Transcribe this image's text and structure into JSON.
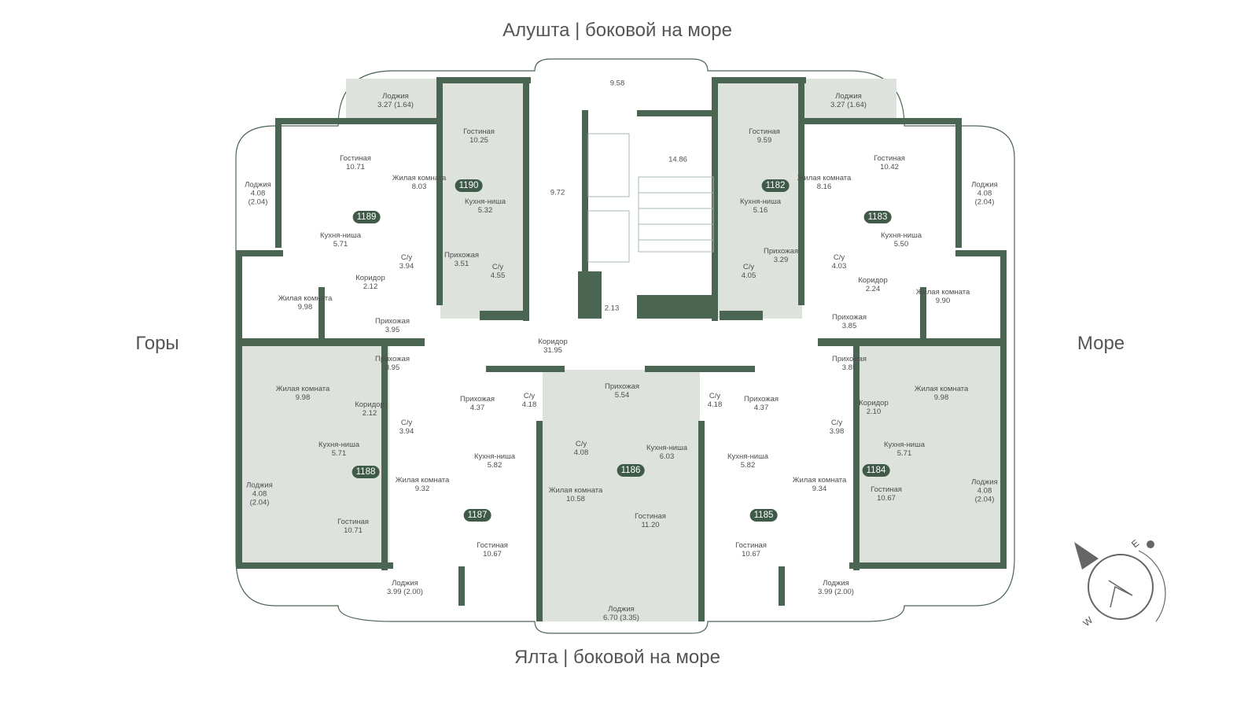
{
  "headings": {
    "top": "Алушта | боковой на море",
    "bottom": "Ялта | боковой на море",
    "left": "Горы",
    "right": "Море"
  },
  "colors": {
    "wall": "#4a6552",
    "shade": "#dde3dc",
    "text": "#4d4d4d"
  },
  "apartments": [
    "1190",
    "1189",
    "1182",
    "1183",
    "1188",
    "1187",
    "1186",
    "1185",
    "1184"
  ],
  "rooms": [
    [
      "Лоджия",
      "3.27 (1.64)"
    ],
    [
      "Гостиная",
      "10.25"
    ],
    [
      "Гостиная",
      "10.71"
    ],
    [
      "Жилая комната",
      "8.03"
    ],
    [
      "Лоджия",
      "4.08\n(2.04)"
    ],
    [
      "Кухня-ниша",
      "5.32"
    ],
    [
      "Кухня-ниша",
      "5.71"
    ],
    [
      "С/у",
      "3.94"
    ],
    [
      "Прихожая",
      "3.51"
    ],
    [
      "С/у",
      "4.55"
    ],
    [
      "Коридор",
      "2.12"
    ],
    [
      "Жилая комната",
      "9.98"
    ],
    [
      "Прихожая",
      "3.95"
    ],
    [
      "",
      "9.58"
    ],
    [
      "",
      "14.86"
    ],
    [
      "",
      "9.72"
    ],
    [
      "",
      "2.13"
    ],
    [
      "Коридор",
      "31.95"
    ],
    [
      "Лоджия",
      "3.27 (1.64)"
    ],
    [
      "Гостиная",
      "9.59"
    ],
    [
      "Гостиная",
      "10.42"
    ],
    [
      "Жилая комната",
      "8.16"
    ],
    [
      "Лоджия",
      "4.08\n(2.04)"
    ],
    [
      "Кухня-ниша",
      "5.16"
    ],
    [
      "Кухня-ниша",
      "5.50"
    ],
    [
      "Прихожая",
      "3.29"
    ],
    [
      "С/у",
      "4.03"
    ],
    [
      "С/у",
      "4.05"
    ],
    [
      "Коридор",
      "2.24"
    ],
    [
      "Жилая комната",
      "9.90"
    ],
    [
      "Прихожая",
      "3.85"
    ],
    [
      "Прихожая",
      "3.95"
    ],
    [
      "Жилая комната",
      "9.98"
    ],
    [
      "Коридор",
      "2.12"
    ],
    [
      "С/у",
      "3.94"
    ],
    [
      "Кухня-ниша",
      "5.71"
    ],
    [
      "Лоджия",
      "4.08\n(2.04)"
    ],
    [
      "Гостиная",
      "10.71"
    ],
    [
      "Жилая комната",
      "9.32"
    ],
    [
      "Прихожая",
      "4.37"
    ],
    [
      "С/у",
      "4.18"
    ],
    [
      "Кухня-ниша",
      "5.82"
    ],
    [
      "Гостиная",
      "10.67"
    ],
    [
      "Лоджия",
      "3.99 (2.00)"
    ],
    [
      "Прихожая",
      "5.54"
    ],
    [
      "С/у",
      "4.08"
    ],
    [
      "Кухня-ниша",
      "6.03"
    ],
    [
      "Жилая комната",
      "10.58"
    ],
    [
      "Гостиная",
      "11.20"
    ],
    [
      "Лоджия",
      "6.70 (3.35)"
    ],
    [
      "С/у",
      "4.18"
    ],
    [
      "Прихожая",
      "4.37"
    ],
    [
      "Кухня-ниша",
      "5.82"
    ],
    [
      "Гостиная",
      "10.67"
    ],
    [
      "Прихожая",
      "3.85"
    ],
    [
      "Коридор",
      "2.10"
    ],
    [
      "Жилая комната",
      "9.98"
    ],
    [
      "С/у",
      "3.98"
    ],
    [
      "Кухня-ниша",
      "5.71"
    ],
    [
      "Жилая комната",
      "9.34"
    ],
    [
      "Гостиная",
      "10.67"
    ],
    [
      "Лоджия",
      "4.08\n(2.04)"
    ],
    [
      "Лоджия",
      "3.99 (2.00)"
    ]
  ],
  "compass": {
    "labels": [
      "E",
      "W"
    ]
  }
}
